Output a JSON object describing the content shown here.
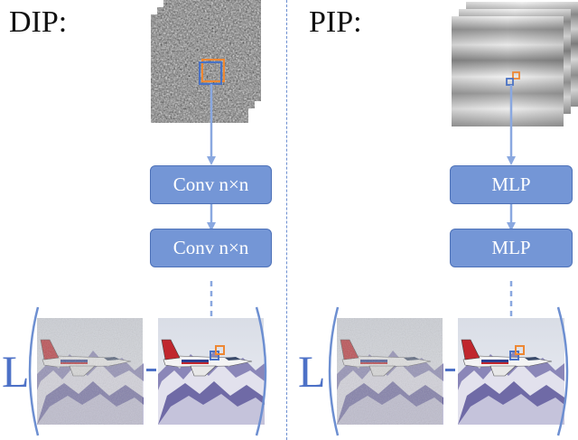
{
  "left_panel": {
    "title": "DIP:",
    "blocks": [
      "Conv n×n",
      "Conv n×n"
    ],
    "loss_symbol": "L"
  },
  "right_panel": {
    "title": "PIP:",
    "blocks": [
      "MLP",
      "MLP"
    ],
    "loss_symbol": "L"
  },
  "colors": {
    "block_fill": "#7496d6",
    "arrow": "#8aa8e0",
    "bracket": "#6d8fd1",
    "highlight_orange": "#ee8833",
    "highlight_blue": "#4a72c4"
  },
  "icons": {
    "noise_input": "noise-volume-icon",
    "positional_input": "sinusoid-volume-icon",
    "noisy_image": "noisy-jet-image",
    "clean_image": "clean-jet-image"
  }
}
